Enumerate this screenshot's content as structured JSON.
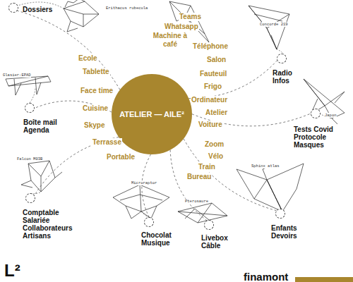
{
  "diagram": {
    "nodes": [
      {
        "text": [
          "ATELIER — AILE²"
        ]
      },
      {
        "text": [
          "Dossiers"
        ]
      },
      {
        "text": [
          "Radio",
          "Infos"
        ]
      },
      {
        "text": [
          "Boîte mail",
          "Agenda"
        ]
      },
      {
        "text": [
          "Tests Covid",
          "Protocole",
          "Masques"
        ]
      },
      {
        "text": [
          "Comptable",
          "Salariée",
          "Collaborateurs",
          "Artisans"
        ]
      },
      {
        "text": [
          "Chocolat",
          "Musique"
        ]
      },
      {
        "text": [
          "Livebox",
          "Câble"
        ]
      },
      {
        "text": [
          "Enfants",
          "Devoirs"
        ]
      }
    ],
    "edges": [
      {
        "from": 0,
        "to": 1,
        "arrow": "none"
      },
      {
        "from": 0,
        "to": 2,
        "arrow": "none"
      },
      {
        "from": 0,
        "to": 3,
        "arrow": "none"
      },
      {
        "from": 0,
        "to": 4,
        "arrow": "none"
      },
      {
        "from": 0,
        "to": 5,
        "arrow": "none"
      },
      {
        "from": 0,
        "to": 6,
        "arrow": "none"
      },
      {
        "from": 0,
        "to": 7,
        "arrow": "none"
      },
      {
        "from": 0,
        "to": 8,
        "arrow": "none"
      }
    ],
    "labels": [
      "Teams",
      "Whatsapp",
      "Machine à café",
      "Téléphone",
      "Salon",
      "Ecole",
      "Fauteuil",
      "Tablette",
      "Frigo",
      "Face time",
      "Ordinateur",
      "Cuisine",
      "Atelier",
      "Skype",
      "Voiture",
      "Zoom",
      "Terrasse",
      "Vélo",
      "Portable",
      "Train",
      "Bureau",
      "Erithacus rubecula",
      "Concorde 219",
      "Glasier-EPAD",
      "Japon",
      "Falcon M03B",
      "Microraptor",
      "Pterosaure",
      "Sphinx atlas",
      "L²",
      "finamont"
    ]
  }
}
